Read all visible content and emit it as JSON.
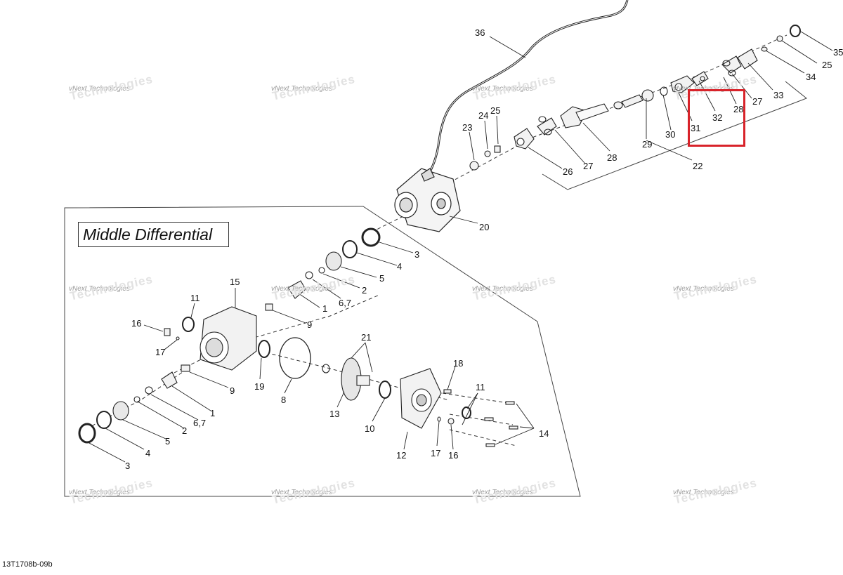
{
  "title": "Middle Differential",
  "figure_code": "13T1708b-09b",
  "watermark": {
    "small": "vNext Technologies",
    "large": "Technologies"
  },
  "callouts": [
    {
      "id": "c36",
      "text": "36"
    },
    {
      "id": "c35",
      "text": "35"
    },
    {
      "id": "c25a",
      "text": "25"
    },
    {
      "id": "c34",
      "text": "34"
    },
    {
      "id": "c33",
      "text": "33"
    },
    {
      "id": "c27a",
      "text": "27"
    },
    {
      "id": "c28a",
      "text": "28"
    },
    {
      "id": "c32",
      "text": "32"
    },
    {
      "id": "c31",
      "text": "31"
    },
    {
      "id": "c30",
      "text": "30"
    },
    {
      "id": "c29",
      "text": "29"
    },
    {
      "id": "c28b",
      "text": "28"
    },
    {
      "id": "c27b",
      "text": "27"
    },
    {
      "id": "c26",
      "text": "26"
    },
    {
      "id": "c22",
      "text": "22"
    },
    {
      "id": "c24",
      "text": "24"
    },
    {
      "id": "c25b",
      "text": "25"
    },
    {
      "id": "c23",
      "text": "23"
    },
    {
      "id": "c20",
      "text": "20"
    },
    {
      "id": "c3a",
      "text": "3"
    },
    {
      "id": "c4a",
      "text": "4"
    },
    {
      "id": "c5a",
      "text": "5"
    },
    {
      "id": "c2a",
      "text": "2"
    },
    {
      "id": "c67a",
      "text": "6,7"
    },
    {
      "id": "c1a",
      "text": "1"
    },
    {
      "id": "c9a",
      "text": "9"
    },
    {
      "id": "c15",
      "text": "15"
    },
    {
      "id": "c11a",
      "text": "11"
    },
    {
      "id": "c16a",
      "text": "16"
    },
    {
      "id": "c17a",
      "text": "17"
    },
    {
      "id": "c21",
      "text": "21"
    },
    {
      "id": "c19",
      "text": "19"
    },
    {
      "id": "c8",
      "text": "8"
    },
    {
      "id": "c9b",
      "text": "9"
    },
    {
      "id": "c1b",
      "text": "1"
    },
    {
      "id": "c67b",
      "text": "6,7"
    },
    {
      "id": "c2b",
      "text": "2"
    },
    {
      "id": "c5b",
      "text": "5"
    },
    {
      "id": "c4b",
      "text": "4"
    },
    {
      "id": "c3b",
      "text": "3"
    },
    {
      "id": "c13",
      "text": "13"
    },
    {
      "id": "c10",
      "text": "10"
    },
    {
      "id": "c18",
      "text": "18"
    },
    {
      "id": "c11b",
      "text": "11"
    },
    {
      "id": "c14",
      "text": "14"
    },
    {
      "id": "c12",
      "text": "12"
    },
    {
      "id": "c17b",
      "text": "17"
    },
    {
      "id": "c16b",
      "text": "16"
    }
  ]
}
